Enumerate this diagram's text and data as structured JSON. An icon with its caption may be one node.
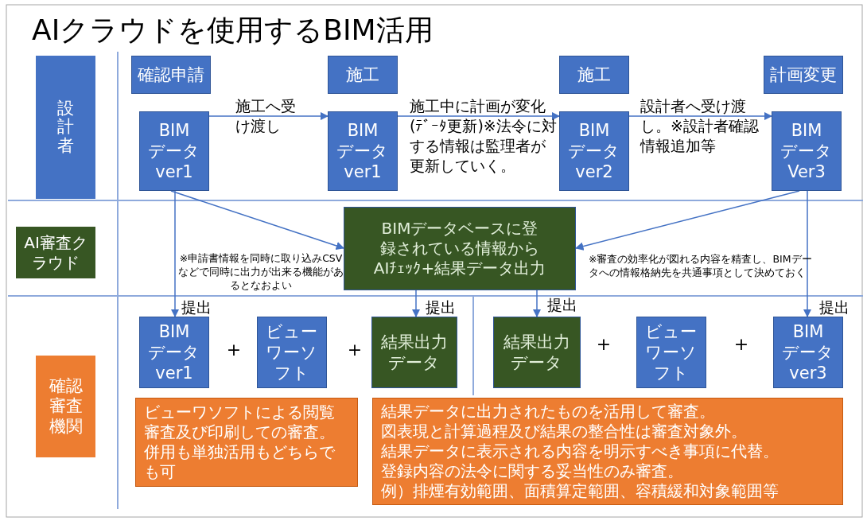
{
  "diagram": {
    "title": "AIクラウドを使用するBIM活用",
    "nodes": [
      {
        "text": [
          "設計者"
        ]
      },
      {
        "text": [
          "確認申請"
        ]
      },
      {
        "text": [
          "施工"
        ]
      },
      {
        "text": [
          "施工"
        ]
      },
      {
        "text": [
          "計画変更"
        ]
      },
      {
        "text": [
          "BIM データ ver1"
        ]
      },
      {
        "text": [
          "BIM データ ver1"
        ]
      },
      {
        "text": [
          "BIM データ ver2"
        ]
      },
      {
        "text": [
          "BIM データ Ver3"
        ]
      },
      {
        "text": [
          "AI審査クラウド"
        ]
      },
      {
        "text": [
          "BIMデータベースに登録されている情報からAIﾁｪｯｸ+結果データ出力"
        ]
      },
      {
        "text": [
          "確認審査機関"
        ]
      },
      {
        "text": [
          "BIM データ ver1"
        ]
      },
      {
        "text": [
          "ビューワーソフト"
        ]
      },
      {
        "text": [
          "結果出力データ"
        ]
      },
      {
        "text": [
          "結果出力データ"
        ]
      },
      {
        "text": [
          "ビューワーソフト"
        ]
      },
      {
        "text": [
          "BIM データ ver3"
        ]
      },
      {
        "text": [
          "ビューワソフトによる閲覧審査及び印刷しての審査。併用も単独活用もどちらでも可"
        ]
      },
      {
        "text": [
          "結果データに出力されたものを活用して審査。",
          "図表現と計算過程及び結果の整合性は審査対象外。",
          "結果データに表示される内容を明示すべき事項に代替。",
          "登録内容の法令に関する妥当性のみ審査。",
          "例）排煙有効範囲、面積算定範囲、容積緩和対象範囲等"
        ]
      }
    ],
    "edges": [
      {
        "from": 5,
        "to": 6,
        "arrow": "to",
        "label": "施工へ受け渡し"
      },
      {
        "from": 6,
        "to": 7,
        "arrow": "to",
        "label": "施工中に計画が変化(ﾃﾞｰﾀ更新)※法令に対する情報は監理者が更新していく。"
      },
      {
        "from": 7,
        "to": 8,
        "arrow": "to",
        "label": "設計者へ受け渡し。※設計者確認情報追加等"
      },
      {
        "from": 5,
        "to": 10,
        "arrow": "to"
      },
      {
        "from": 8,
        "to": 10,
        "arrow": "to"
      },
      {
        "from": 5,
        "to": 12,
        "arrow": "to",
        "label": "提出"
      },
      {
        "from": 10,
        "to": 14,
        "arrow": "to",
        "label": "提出"
      },
      {
        "from": 10,
        "to": 15,
        "arrow": "to",
        "label": "提出"
      },
      {
        "from": 8,
        "to": 17,
        "arrow": "to",
        "label": "提出"
      }
    ],
    "labels": [
      "※申請書情報を同時に取り込みCSVなどで同時に出力が出来る機能があるとなおよい",
      "※審査の効率化が図れる内容を精査し、BIMデータへの情報格納先を共通事項として決めておく",
      "+",
      "+",
      "+",
      "+"
    ]
  }
}
